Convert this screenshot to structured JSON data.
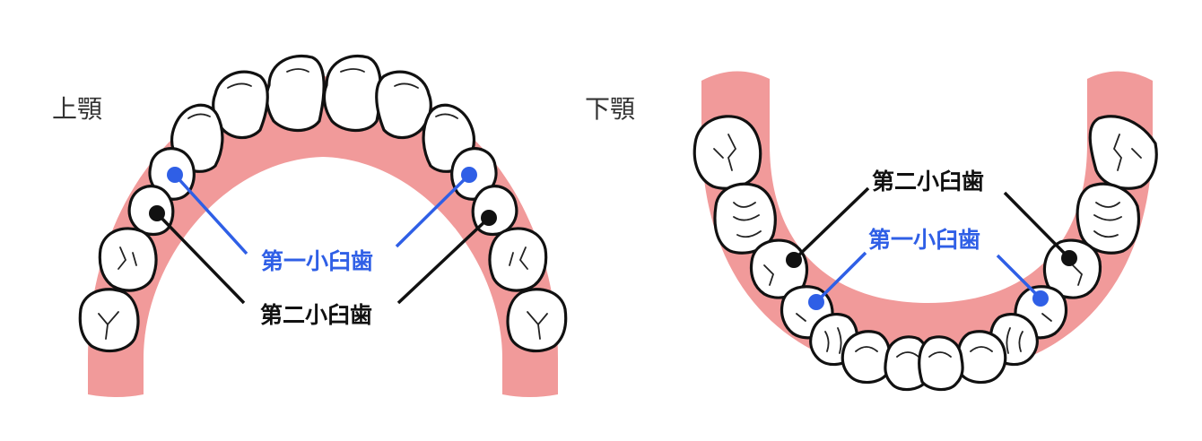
{
  "colors": {
    "gum": "#f19a9a",
    "first_premolar": "#2f5fe6",
    "second_premolar": "#111111",
    "title": "#333333"
  },
  "upper_jaw": {
    "title": "上顎",
    "label_first_premolar": "第一小臼歯",
    "label_second_premolar": "第二小臼歯"
  },
  "lower_jaw": {
    "title": "下顎",
    "label_first_premolar": "第一小臼歯",
    "label_second_premolar": "第二小臼歯"
  }
}
